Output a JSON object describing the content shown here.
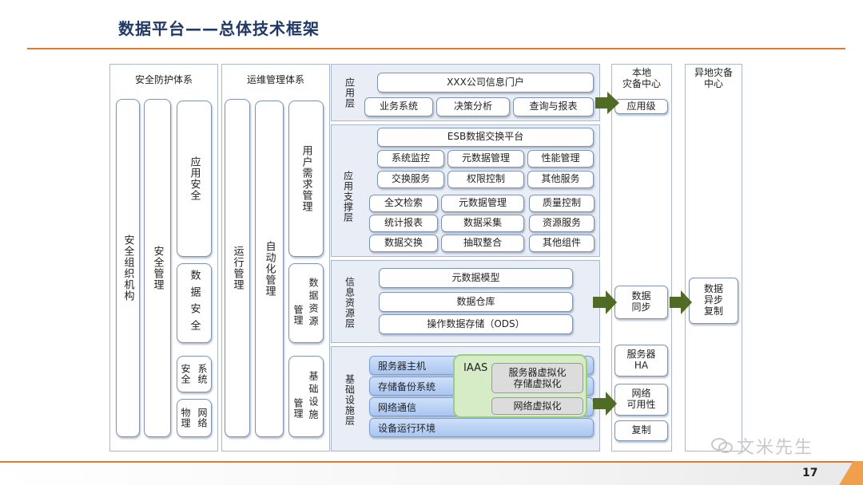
{
  "title": "数据平台——总体技术框架",
  "page_number": "17",
  "watermark": "文米先生",
  "security": {
    "title": "安全防护体系",
    "org": "安全组织机构",
    "mgmt": "安全管理",
    "app_security": "应用安全",
    "data_security": "数据安全",
    "system_security": "安全系统",
    "network_physical": "物理网络",
    "system_security_cols": [
      "安",
      "全",
      "系",
      "统"
    ],
    "network_physical_cols": [
      "物",
      "理",
      "网",
      "络"
    ]
  },
  "ops": {
    "title": "运维管理体系",
    "run_mgmt": "运行管理",
    "auto_mgmt": "自动化管理",
    "user_req": "用户需求管理",
    "mgmt_label": "管理",
    "data_resource": "数据资源",
    "mgmt_label2": "管理",
    "infrastructure": "基础设施"
  },
  "app_layer": {
    "label": "应用层",
    "portal": "XXX公司信息门户",
    "items": [
      "业务系统",
      "决策分析",
      "查询与报表"
    ]
  },
  "support_layer": {
    "label": "应用支撑层",
    "esb": "ESB数据交换平台",
    "group1": [
      "系统监控",
      "元数据管理",
      "性能管理",
      "交换服务",
      "权限控制",
      "其他服务"
    ],
    "group2": [
      "全文检索",
      "元数据管理",
      "质量控制",
      "统计报表",
      "数据采集",
      "资源服务",
      "数据交换",
      "抽取整合",
      "其他组件"
    ]
  },
  "info_layer": {
    "label": "信息资源层",
    "items": [
      "元数据模型",
      "数据仓库",
      "操作数据存储（ODS）"
    ]
  },
  "infra_layer": {
    "label": "基础设施层",
    "bars": [
      "服务器主机",
      "存储备份系统",
      "网络通信",
      "设备运行环境"
    ],
    "iaas": "IAAS",
    "virt1": "服务器虚拟化\n存储虚拟化",
    "virt2": "网络虚拟化"
  },
  "local_dr": {
    "title": "本地\n灾备中心",
    "app_level": "应用级",
    "data_sync": "数据\n同步",
    "server_ha": "服务器\nHA",
    "network_avail": "网络\n可用性",
    "copy": "复制"
  },
  "remote_dr": {
    "title": "异地灾备\n中心",
    "async_copy": "数据\n异步\n复制"
  },
  "colors": {
    "title": "#1f3864",
    "accent_rule": "#e07a2e",
    "layer_bg": "#e9eef6",
    "arrow": "#4f6b24",
    "iaas_bg": "#d5ecc7"
  }
}
